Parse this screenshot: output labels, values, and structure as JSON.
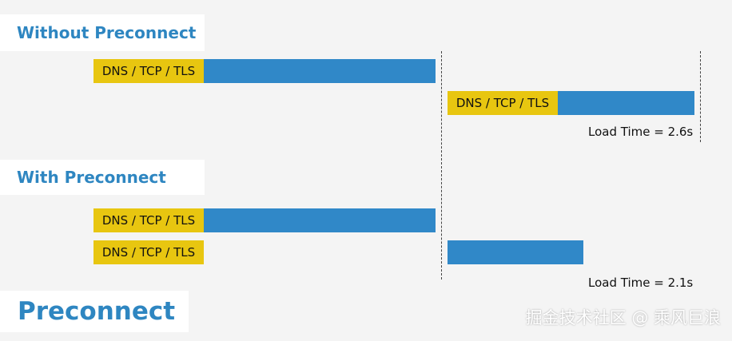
{
  "sections": {
    "without_title": "Without Preconnect",
    "with_title": "With Preconnect",
    "main_title": "Preconnect"
  },
  "bars": {
    "segment_label": "DNS / TCP / TLS"
  },
  "load_times": {
    "without": "Load Time = 2.6s",
    "with": "Load Time = 2.1s"
  },
  "watermark": "掘金技术社区 @ 乘风巨浪",
  "colors": {
    "title_blue": "#2e86c1",
    "bar_blue": "#3088c8",
    "bar_yellow": "#e8c610",
    "background": "#f4f4f4"
  }
}
